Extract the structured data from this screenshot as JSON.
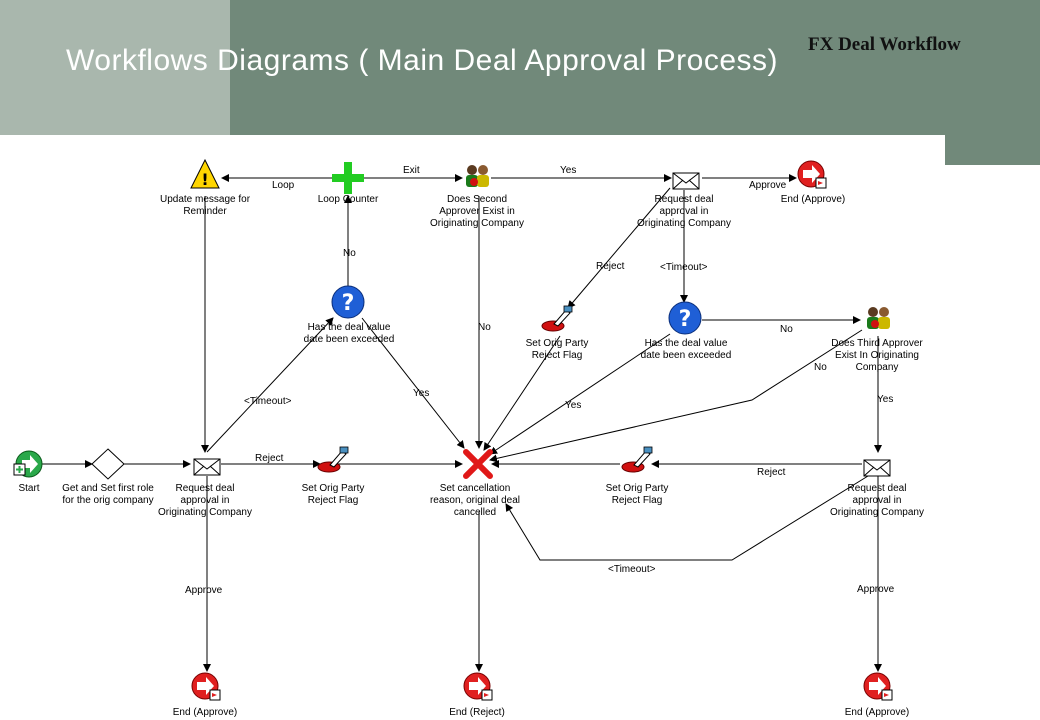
{
  "header": {
    "title": "Workflows Diagrams ( Main Deal Approval Process)",
    "brand": "FX Deal Workflow"
  },
  "colors": {
    "header_light": "#a9b7ad",
    "header_dark": "#71897a",
    "end_node_red": "#e02020",
    "start_node_green": "#2aa84a",
    "question_blue": "#1f5fd6",
    "loop_counter_green": "#22cc22",
    "cancel_red": "#e01818"
  },
  "nodes": {
    "start": [
      "Start"
    ],
    "get_set_role": [
      "Get and Set first role",
      "for the orig company"
    ],
    "request_1": [
      "Request deal",
      "approval in",
      "Originating Company"
    ],
    "end_approve_1": [
      "End (Approve)"
    ],
    "set_flag_1": [
      "Set Orig Party",
      "Reject Flag"
    ],
    "update_msg": [
      "Update message for",
      "Reminder"
    ],
    "loop_counter": [
      "Loop Counter"
    ],
    "deal_value_1": [
      "Has the deal value",
      "date been exceeded"
    ],
    "second_approver": [
      "Does Second",
      "Approver Exist in",
      "Originating Company"
    ],
    "cancel": [
      "Set cancellation",
      "reason, original deal",
      "cancelled"
    ],
    "end_reject": [
      "End (Reject)"
    ],
    "request_2": [
      "Request deal",
      "approval in",
      "Originating Company"
    ],
    "end_approve_2": [
      "End (Approve)"
    ],
    "set_flag_2": [
      "Set Orig Party",
      "Reject Flag"
    ],
    "deal_value_2": [
      "Has the deal value",
      "date been exceeded"
    ],
    "third_approver": [
      "Does Third Approver",
      "Exist In Originating",
      "Company"
    ],
    "request_3": [
      "Request deal",
      "approval in",
      "Originating Company"
    ],
    "set_flag_3": [
      "Set Orig Party",
      "Reject Flag"
    ],
    "end_approve_3": [
      "End (Approve)"
    ]
  },
  "edges": {
    "reject_1": "Reject",
    "approve_1": "Approve",
    "timeout_1": "<Timeout>",
    "no_1": "No",
    "yes_1": "Yes",
    "loop": "Loop",
    "exit": "Exit",
    "yes_2": "Yes",
    "no_2": "No",
    "approve_2": "Approve",
    "reject_2": "Reject",
    "timeout_2": "<Timeout>",
    "no_3": "No",
    "yes_3": "Yes",
    "no_4": "No",
    "yes_4": "Yes",
    "reject_3": "Reject",
    "approve_3": "Approve",
    "timeout_3": "<Timeout>"
  }
}
